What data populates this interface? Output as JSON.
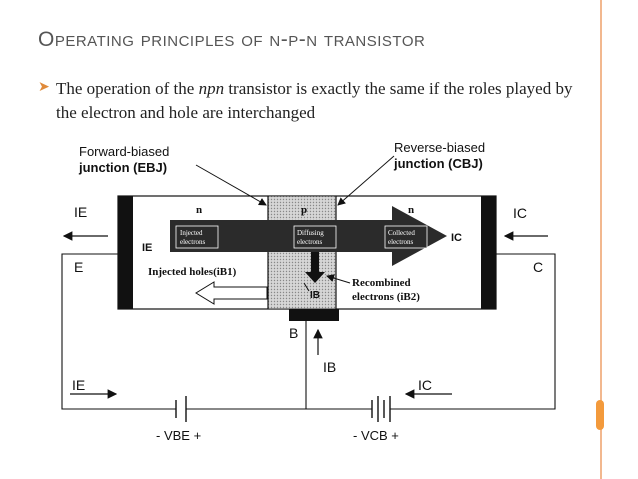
{
  "slide": {
    "title": "Operating principles of n-p-n transistor",
    "bullet_text_before": "The operation of the ",
    "bullet_emphasis": "npn",
    "bullet_text_after": " transistor is exactly the same if the roles played by the electron and hole are interchanged"
  },
  "diagram": {
    "forward_biased_line1": "Forward-biased",
    "forward_biased_line2": "junction (EBJ)",
    "reverse_biased_line1": "Reverse-biased",
    "reverse_biased_line2": "junction (CBJ)",
    "region_n_left": "n",
    "region_p": "p",
    "region_n_right": "n",
    "injected_electrons": [
      "Injected",
      "electrons"
    ],
    "diffusing_electrons": [
      "Diffusing",
      "electrons"
    ],
    "collected_electrons": [
      "Collected",
      "electrons"
    ],
    "injected_holes": "Injected holes(iB1)",
    "recombined_line1": "Recombined",
    "recombined_line2": "electrons (iB2)",
    "label_ie_left": "IE",
    "label_ie_inner": "IE",
    "label_ic_right": "IC",
    "label_ic_inner": "IC",
    "label_ib_inner": "IB",
    "terminal_e": "E",
    "terminal_c": "C",
    "terminal_b": "B",
    "label_ib_bottom": "IB",
    "label_ie_bottom": "IE",
    "label_ic_bottom": "IC",
    "vbe_label": "-  VBE +",
    "vcb_label": "-  VCB  +"
  },
  "colors": {
    "accent": "#f39a3c",
    "title": "#555555"
  }
}
